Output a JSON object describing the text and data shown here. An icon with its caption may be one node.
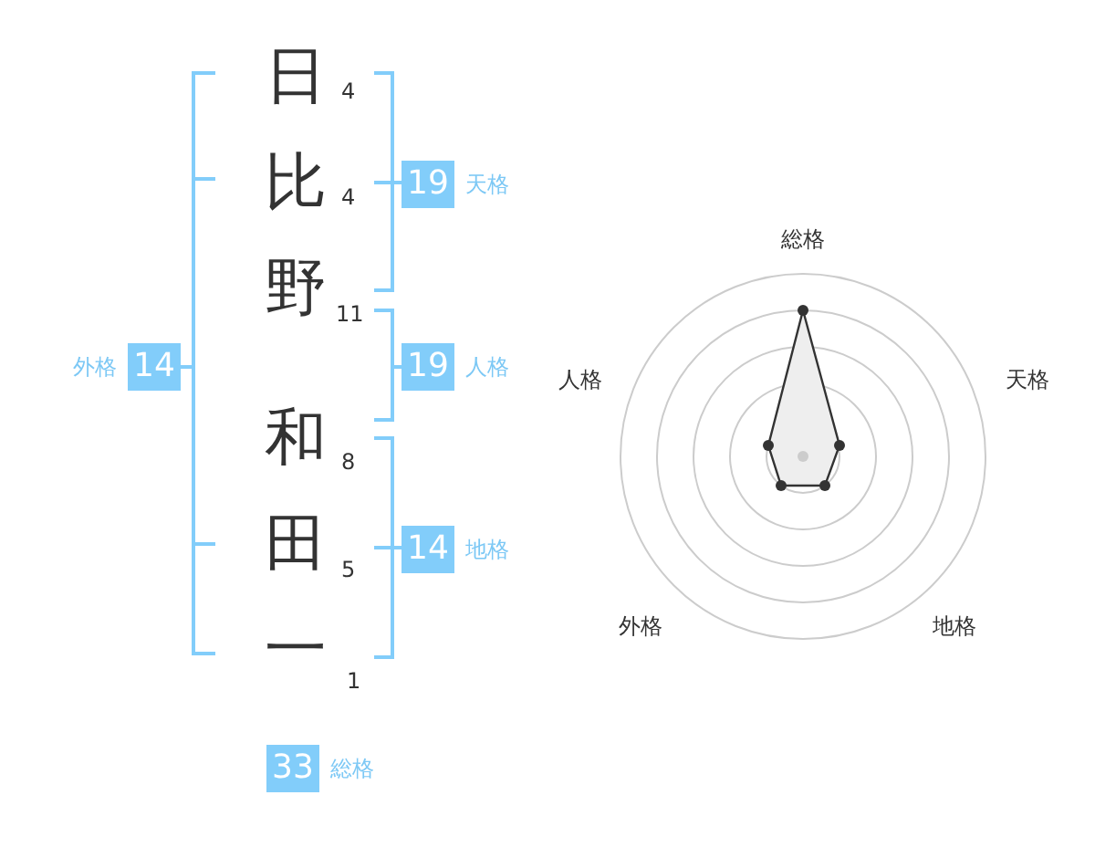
{
  "diagram": {
    "nodes": [
      {
        "text": [
          "19"
        ],
        "beside": [
          "天格"
        ]
      },
      {
        "text": [
          "19"
        ],
        "beside": [
          "人格"
        ]
      },
      {
        "text": [
          "14"
        ],
        "beside": [
          "外格"
        ]
      },
      {
        "text": [
          "14"
        ],
        "beside": [
          "地格"
        ]
      },
      {
        "text": [
          "33"
        ],
        "beside": [
          "総格"
        ]
      }
    ],
    "labels": [
      "日",
      "4",
      "比",
      "4",
      "野",
      "11",
      "和",
      "8",
      "田",
      "5",
      "一",
      "1",
      "総格",
      "人格",
      "天格",
      "外格",
      "地格"
    ]
  }
}
